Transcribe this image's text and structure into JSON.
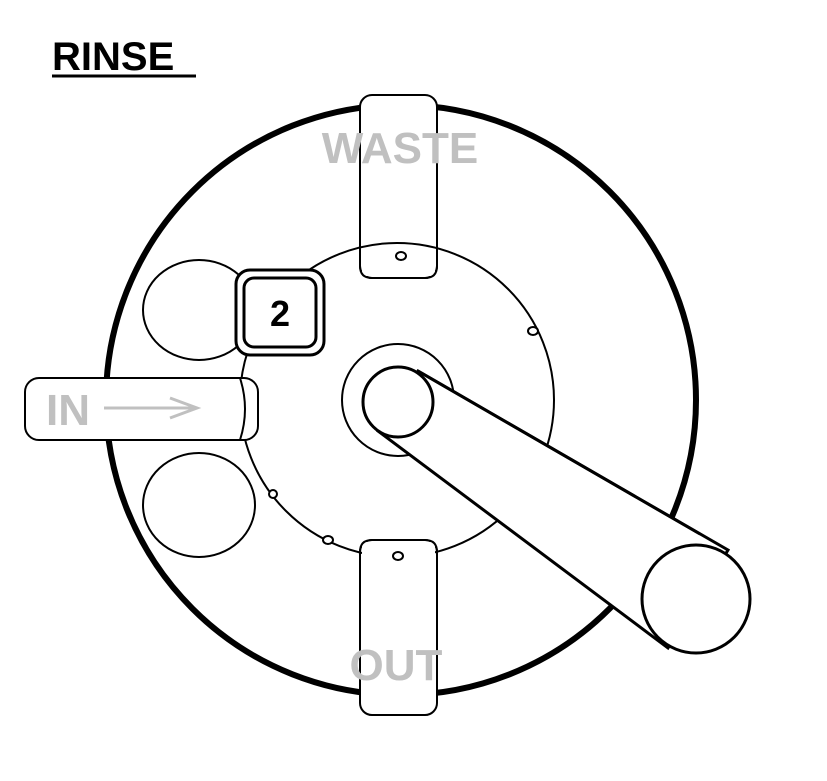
{
  "title": "RINSE",
  "labels": {
    "waste": "WASTE",
    "in": "IN",
    "out": "OUT"
  },
  "step_number": "2",
  "colors": {
    "line": "#000000",
    "port_label": "#c0c0c0",
    "background": "#ffffff"
  }
}
